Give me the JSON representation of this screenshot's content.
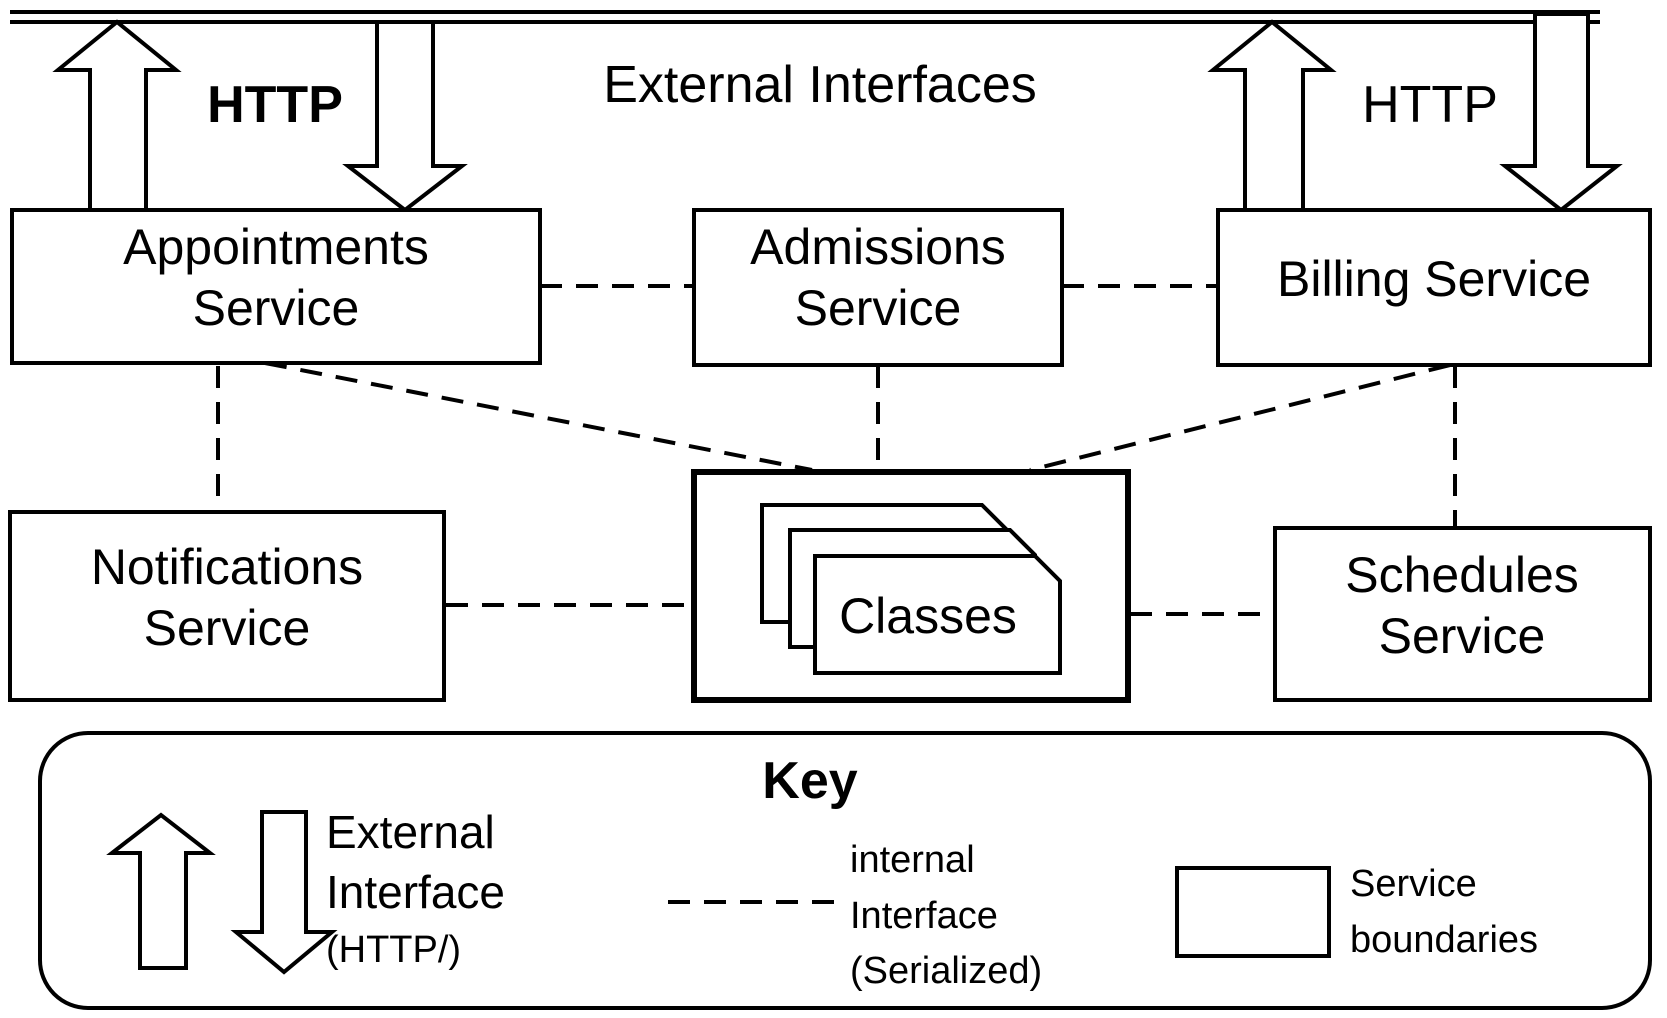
{
  "title": "External Interfaces",
  "http_left": "HTTP",
  "http_right": "HTTP",
  "services": {
    "appointments": {
      "line1": "Appointments",
      "line2": "Service"
    },
    "admissions": {
      "line1": "Admissions",
      "line2": "Service"
    },
    "billing": {
      "line1": "Billing Service"
    },
    "notifications": {
      "line1": "Notifications",
      "line2": "Service"
    },
    "schedules": {
      "line1": "Schedules",
      "line2": "Service"
    },
    "classes": {
      "line1": "Classes"
    }
  },
  "key": {
    "title": "Key",
    "external": {
      "line1": "External",
      "line2": "Interface",
      "line3": "(HTTP/)"
    },
    "internal": {
      "line1": "internal",
      "line2": "Interface",
      "line3": "(Serialized)"
    },
    "boundary": {
      "line1": "Service",
      "line2": "boundaries"
    }
  }
}
